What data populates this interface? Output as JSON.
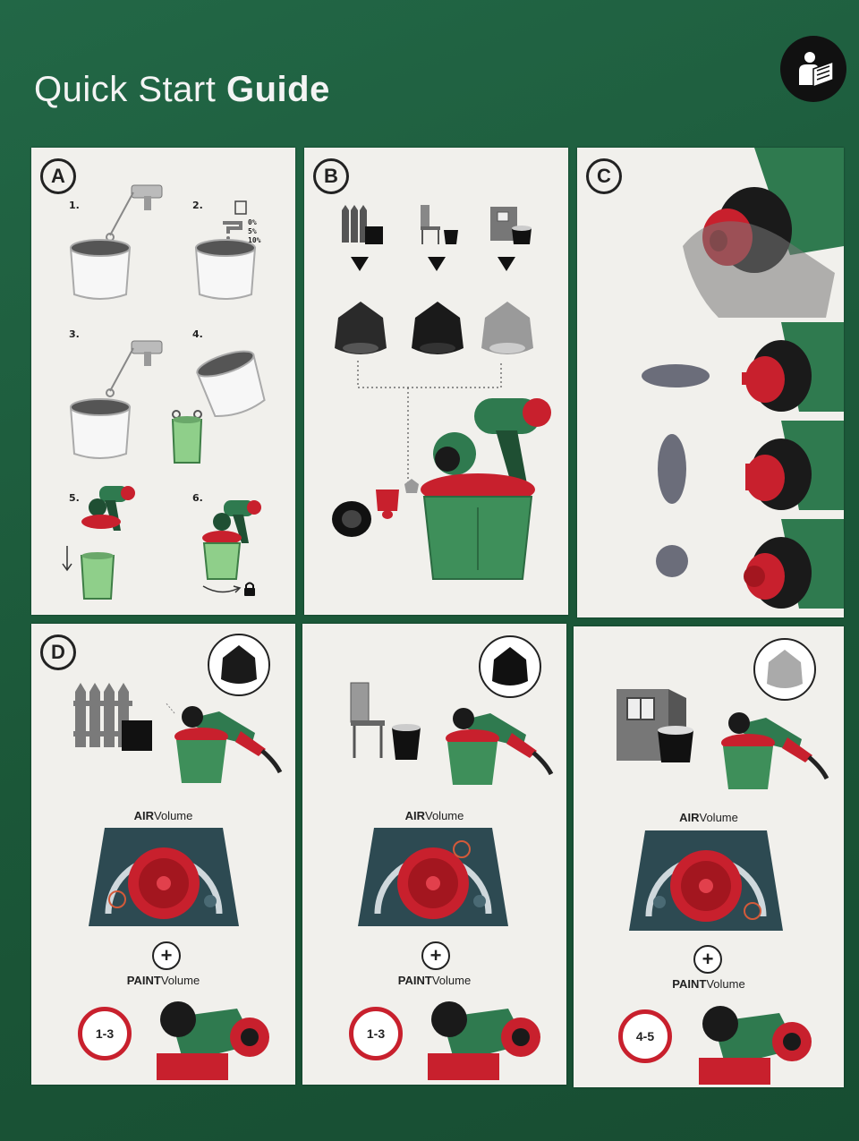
{
  "guide": {
    "title_light": "Quick Start",
    "title_bold": "Guide",
    "manual_icon": "read-manual-icon"
  },
  "panel_a": {
    "letter": "A",
    "steps": [
      "1.",
      "2.",
      "3.",
      "4.",
      "5.",
      "6."
    ],
    "dilution": [
      "0%",
      "5%",
      "10%"
    ]
  },
  "panel_b": {
    "letter": "B"
  },
  "panel_c": {
    "letter": "C"
  },
  "panel_d": {
    "letter": "D",
    "columns": [
      {
        "air_bold": "AIR",
        "air_light": "Volume",
        "paint_bold": "PAINT",
        "paint_light": "Volume",
        "setting": "1-3",
        "surface": "fence"
      },
      {
        "air_bold": "AIR",
        "air_light": "Volume",
        "paint_bold": "PAINT",
        "paint_light": "Volume",
        "setting": "1-3",
        "surface": "chair"
      },
      {
        "air_bold": "AIR",
        "air_light": "Volume",
        "paint_bold": "PAINT",
        "paint_light": "Volume",
        "setting": "4-5",
        "surface": "wall"
      }
    ]
  },
  "colors": {
    "background": "#1d5a3a",
    "panel": "#f1f0ec",
    "accent_red": "#c8202d",
    "tool_green": "#2f7a4f",
    "light_green": "#8fcf8a"
  }
}
